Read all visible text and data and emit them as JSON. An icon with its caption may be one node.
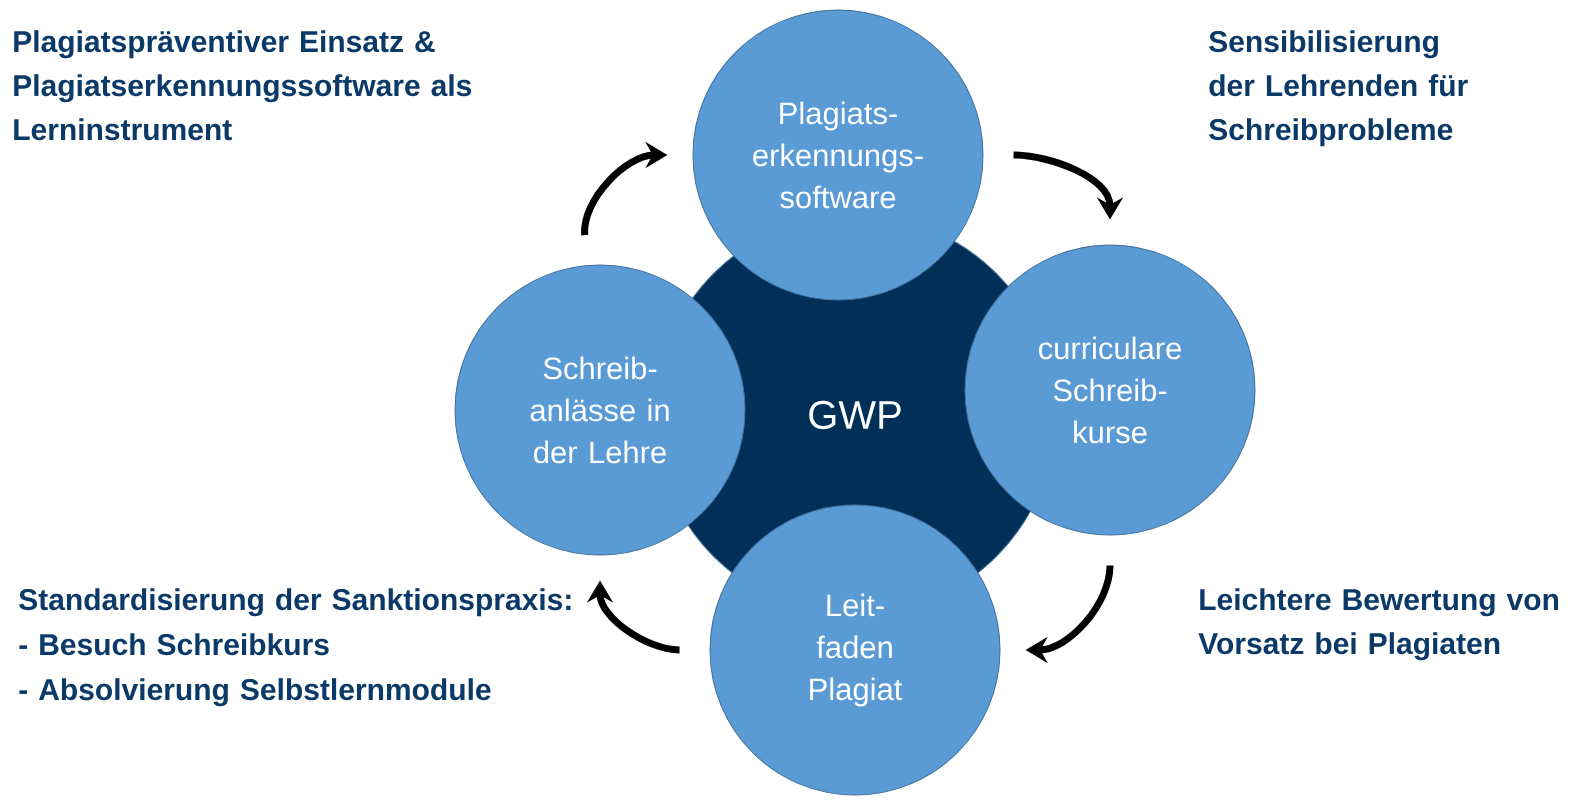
{
  "diagram": {
    "nodes": [
      {
        "text": [
          "GWP"
        ]
      },
      {
        "text": [
          "Plagiats- erkennungs- software"
        ]
      },
      {
        "text": [
          "curriculare Schreib- kurse"
        ]
      },
      {
        "text": [
          "Leit- faden Plagiat"
        ]
      },
      {
        "text": [
          "Schreib- anlässe in der Lehre"
        ]
      }
    ],
    "edges": [
      {
        "from": 4,
        "to": 1,
        "arrow": "to"
      },
      {
        "from": 1,
        "to": 2,
        "arrow": "to"
      },
      {
        "from": 2,
        "to": 3,
        "arrow": "to"
      },
      {
        "from": 3,
        "to": 4,
        "arrow": "to"
      }
    ],
    "labels": [
      "Plagiatspräventiver Einsatz & Plagiatserkennungssoftware als Lerninstrument",
      "Sensibilisierung der Lehrenden für Schreibprobleme",
      "Standardisierung der Sanktionspraxis:",
      "- Besuch Schreibkurs",
      "- Absolvierung Selbstlernmodule",
      "Leichtere Bewertung von Vorsatz bei Plagiaten"
    ]
  }
}
